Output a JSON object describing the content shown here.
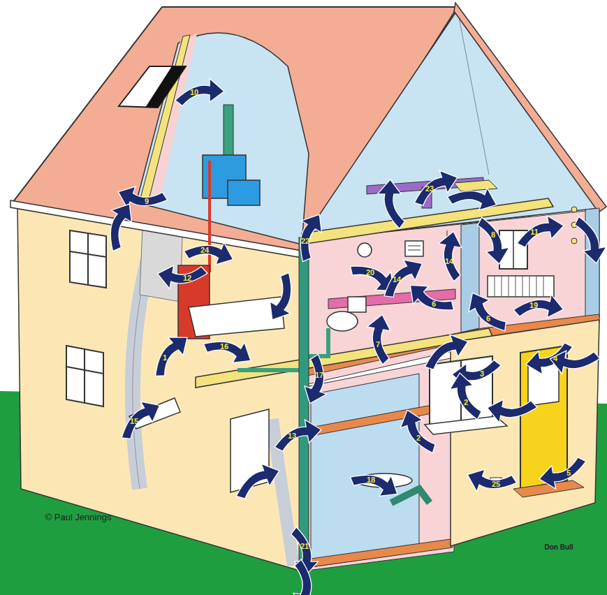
{
  "diagram": {
    "labels": [
      "10",
      "23",
      "9",
      "11",
      "8",
      "22",
      "24",
      "14",
      "20",
      "12",
      "14",
      "6",
      "19",
      "6",
      "7",
      "16",
      "1",
      "4",
      "3",
      "17",
      "2",
      "15",
      "13",
      "2",
      "5",
      "18",
      "25",
      "21",
      "© Paul Jennings",
      "Don Bull"
    ]
  }
}
